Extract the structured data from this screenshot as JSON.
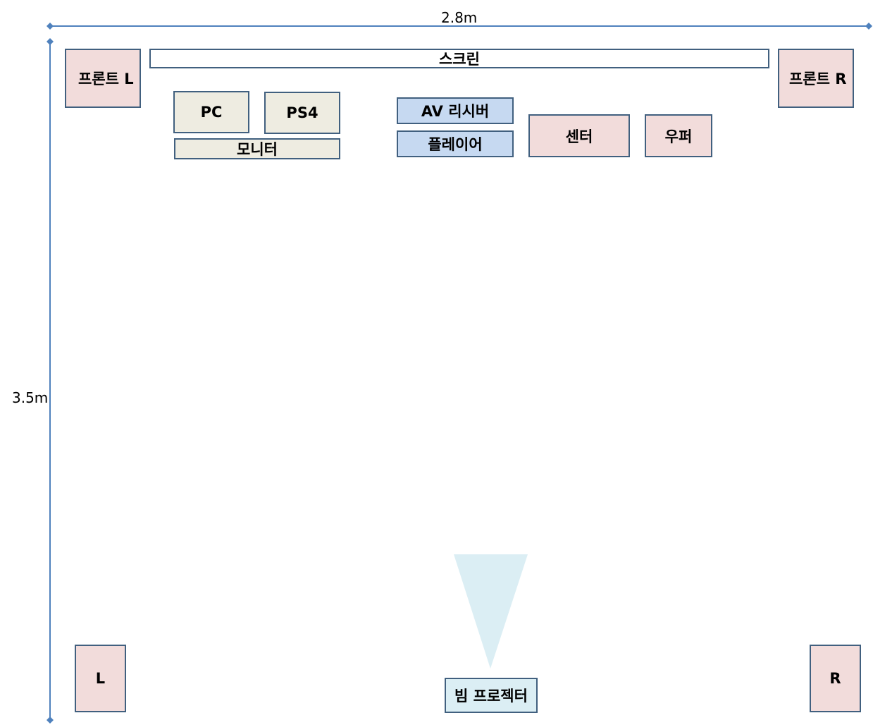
{
  "dimensions": {
    "width_label": "2.8m",
    "depth_label": "3.5m"
  },
  "screen": {
    "label": "스크린"
  },
  "front_speakers": {
    "left": "프론트 L",
    "right": "프론트 R"
  },
  "sources": {
    "pc": "PC",
    "ps4": "PS4",
    "monitor": "모니터"
  },
  "av_equipment": {
    "receiver": "AV 리시버",
    "player": "플레이어"
  },
  "center_speaker": "센터",
  "subwoofer": "우퍼",
  "rear_speakers": {
    "left": "L",
    "right": "R"
  },
  "projector": {
    "label": "빔 프로젝터"
  },
  "colors": {
    "line": "#4f81bd",
    "border": "#41607f",
    "speaker_fill": "#f2dcdb",
    "source_fill": "#eeece1",
    "av_fill": "#c6d9f1",
    "beam_fill": "#dbeef4"
  }
}
